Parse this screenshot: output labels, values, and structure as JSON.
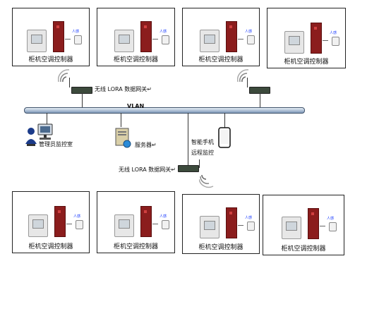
{
  "units": [
    {
      "label": "柜机空调控制器",
      "pir_text": "人感"
    },
    {
      "label": "柜机空调控制器",
      "pir_text": "人感"
    },
    {
      "label": "柜机空调控制器",
      "pir_text": "人感"
    },
    {
      "label": "柜机空调控制器",
      "pir_text": "人感"
    },
    {
      "label": "柜机空调控制器",
      "pir_text": "人感"
    },
    {
      "label": "柜机空调控制器",
      "pir_text": "人感"
    },
    {
      "label": "柜机空调控制器",
      "pir_text": "人感"
    },
    {
      "label": "柜机空调控制器",
      "pir_text": "人感"
    }
  ],
  "network": {
    "vlan_label": "VLAN",
    "gateway_top_left": "无线 LORA 数据网关↵",
    "gateway_bottom": "无线 LORA 数据网关↵",
    "admin_label": "管理员监控室",
    "server_label": "服务器↵",
    "phone_label_line1": "智能手机",
    "phone_label_line2": "远程监控"
  },
  "colors": {
    "cabinet": "#8b1d1d",
    "vlan": "#7d98b8",
    "pir_text": "#1a3cff"
  }
}
